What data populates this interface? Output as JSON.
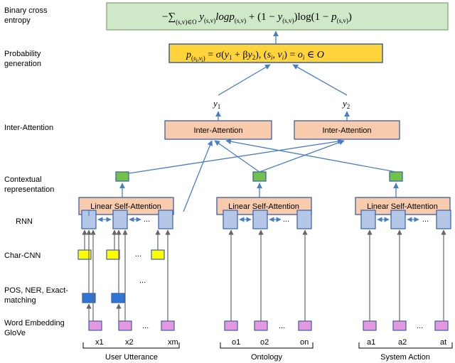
{
  "colors": {
    "arrow_blue": "#4a7ec4",
    "arrow_gray": "#666666",
    "loss_box_fill": "#cfe8c8",
    "loss_box_stroke": "#7aa36a",
    "prob_box_fill": "#ffd43b",
    "prob_box_stroke": "#3a5fa8",
    "attn_box_fill": "#f8cbad",
    "attn_box_stroke": "#3a5fa8",
    "rnn_cell_fill": "#b4c7e7",
    "rnn_cell_stroke": "#3a5fa8",
    "context_fill": "#70c24a",
    "charcnn_fill": "#ffff00",
    "posner_fill": "#2e75d6",
    "embed_fill": "#e598e0"
  },
  "side_labels": {
    "binary_ce": [
      "Binary cross",
      "entropy"
    ],
    "prob_gen": [
      "Probability",
      "generation"
    ],
    "inter_attention": "Inter-Attention",
    "contextual": [
      "Contextual",
      "representation"
    ],
    "rnn": "RNN",
    "char_cnn": "Char-CNN",
    "pos_ner": [
      "POS, NER, Exact-",
      "matching"
    ],
    "word_embedding": [
      "Word Embedding",
      "GloVe"
    ]
  },
  "blocks": {
    "inter_attention_1": "Inter-Attention",
    "inter_attention_2": "Inter-Attention",
    "lsa_utterance": "Linear Self-Attention",
    "lsa_ontology": "Linear Self-Attention",
    "lsa_system": "Linear Self-Attention"
  },
  "outputs": {
    "y1": "y",
    "y1_sub": "1",
    "y2": "y",
    "y2_sub": "2"
  },
  "formulas": {
    "loss": "−∑(s,v)∈O y(s,v) logp(s,v) + (1 − y(s,v))log(1 − p(s,v))",
    "prob": "p(si,vi) = σ(y1 + βy2), (si, vi) = oi ∈ O"
  },
  "ellipsis": "...",
  "inputs": {
    "utterance": [
      "x1",
      "x2",
      "xm"
    ],
    "ontology": [
      "o1",
      "o2",
      "on"
    ],
    "system": [
      "a1",
      "a2",
      "at"
    ]
  },
  "group_labels": {
    "utterance": "User Utterance",
    "ontology": "Ontology",
    "system": "System Action"
  }
}
